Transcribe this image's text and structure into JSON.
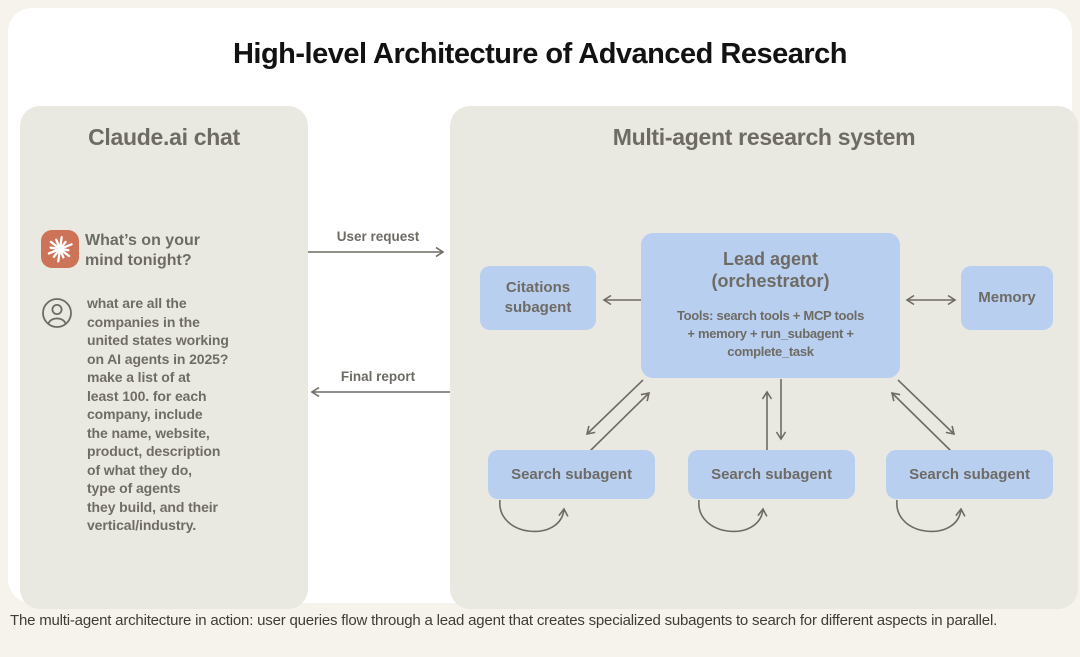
{
  "page": {
    "title": "High-level Architecture of Advanced Research",
    "caption": "The multi-agent architecture in action: user queries flow through a lead agent that creates specialized subagents to search for different aspects in parallel."
  },
  "chat_panel": {
    "title": "Claude.ai chat",
    "prompt_lines": [
      "What’s on your",
      "mind tonight?"
    ],
    "query_lines": [
      "what are all the",
      "companies in the",
      "united states working",
      "on AI agents in 2025?",
      "make a list of at",
      "least 100. for each",
      "company, include",
      "the name, website,",
      "product, description",
      "of what they do,",
      "type of agents",
      "they build, and their",
      "vertical/industry."
    ]
  },
  "flow": {
    "user_request": "User request",
    "final_report": "Final report"
  },
  "system_panel": {
    "title": "Multi-agent research system",
    "citations_box": "Citations subagent",
    "memory_box": "Memory",
    "lead_agent": {
      "name_lines": [
        "Lead agent",
        "(orchestrator)"
      ],
      "tools_lines": [
        "Tools: search tools + MCP tools",
        "+ memory + run_subagent +",
        "complete_task"
      ]
    },
    "search_boxes": [
      "Search subagent",
      "Search subagent",
      "Search subagent"
    ]
  },
  "colors": {
    "background": "#f6f3ec",
    "card": "#ffffff",
    "panel": "#eae9e1",
    "box_blue": "#b9cff0",
    "text_gray": "#6e6b65",
    "title_black": "#121212",
    "claude_orange": "#cd7358",
    "arrow_gray": "#6f6b64"
  }
}
